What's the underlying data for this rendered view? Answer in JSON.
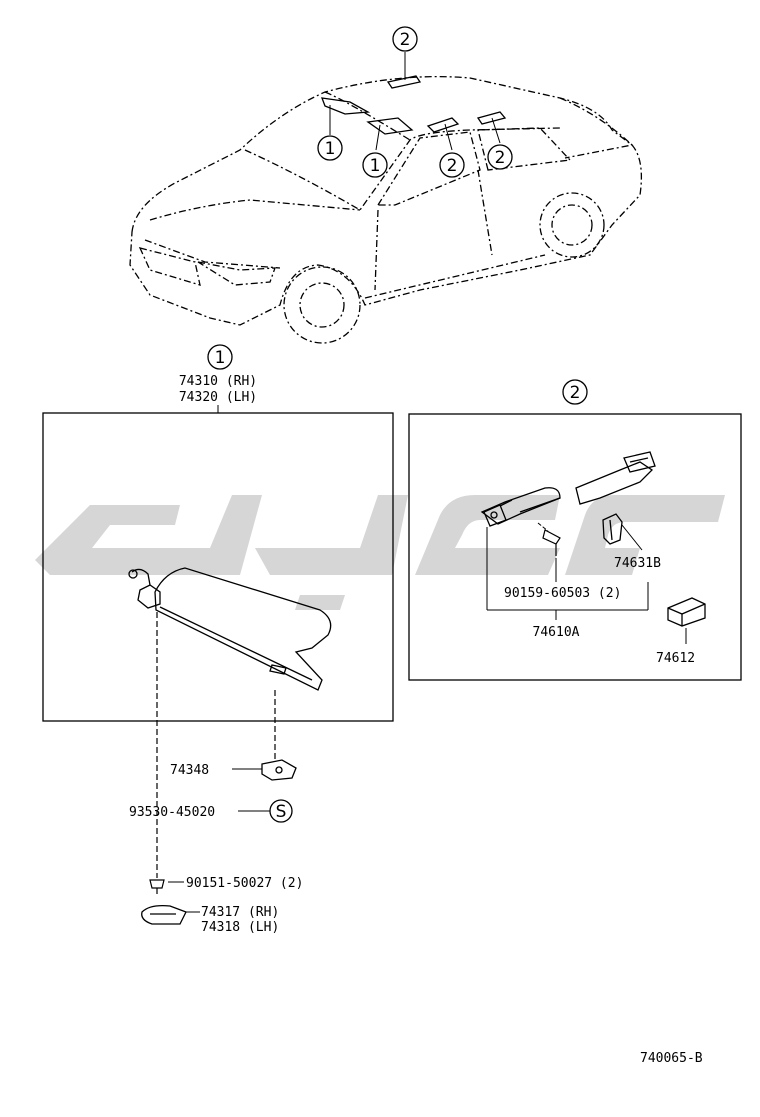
{
  "callouts": {
    "roof_2": "2",
    "pillar_1_left": "1",
    "pillar_1_right": "1",
    "side_2_front": "2",
    "side_2_rear": "2",
    "visor_group": "1",
    "grip_group": "2",
    "screw_mark": "S"
  },
  "visor": {
    "part_rh": "74310 (RH)",
    "part_lh": "74320 (LH)",
    "holder": "74348",
    "screw": "93530-45020",
    "bolt": "90151-50027 (2)",
    "cover_rh": "74317 (RH)",
    "cover_lh": "74318 (LH)"
  },
  "grip": {
    "screw": "90159-60503 (2)",
    "assembly": "74610A",
    "cap": "74631B",
    "cover": "74612"
  },
  "footer": {
    "drawing_no": "740065-B"
  },
  "colors": {
    "line": "#000000",
    "watermark": "#d6d6d6"
  }
}
